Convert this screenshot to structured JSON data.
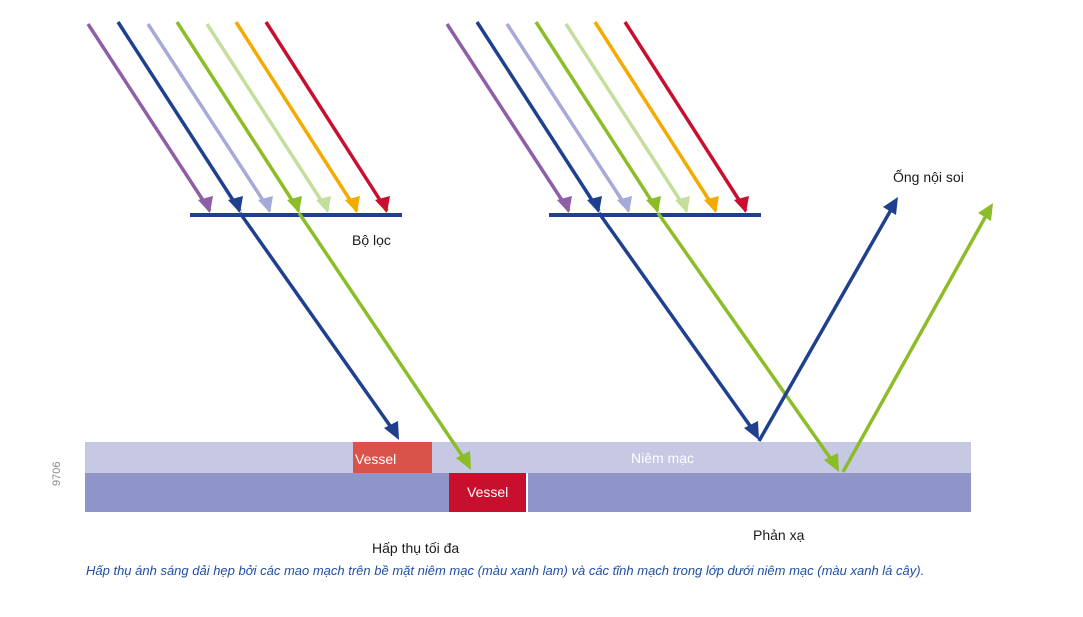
{
  "labels": {
    "filter": "Bộ lọc",
    "endoscope": "Ống nội soi",
    "mucosa": "Niêm mạc",
    "vessel_surface": "Vessel",
    "vessel_deep": "Vessel",
    "max_absorption": "Hấp thụ tối đa",
    "reflection": "Phản xạ",
    "figure_number": "9706"
  },
  "caption": "Hấp thụ ánh sáng dải hẹp bởi các mao mạch trên bề mặt niêm mạc (màu xanh lam) và các tĩnh mạch trong lớp dưới niêm mạc (màu xanh lá cây).",
  "colors": {
    "violet": "#8e5ea6",
    "blue": "#1f3f8f",
    "lavender": "#a6aad8",
    "green": "#8cbd26",
    "light_green": "#c4de9c",
    "orange": "#f4aa00",
    "red": "#c8102e",
    "mucosa_top": "#c6c8e4",
    "mucosa_bottom": "#8f95c8",
    "vessel_surface": "#d9534a",
    "vessel_deep": "#c8102e",
    "filter": "#1f3f8f",
    "caption": "#1f4fa0"
  }
}
